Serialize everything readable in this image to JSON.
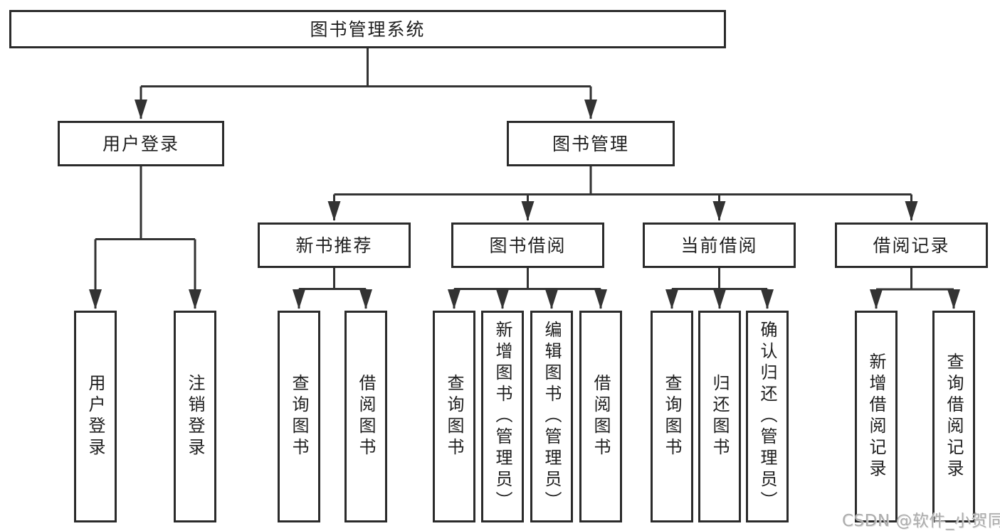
{
  "colors": {
    "background": "#ffffff",
    "line": "#333333",
    "box_border": "#2b2b2b",
    "text": "#1f1f1f",
    "watermark": "#acacac"
  },
  "nodes": {
    "root": "图书管理系统",
    "level2": [
      "用户登录",
      "图书管理"
    ],
    "level3": [
      "新书推荐",
      "图书借阅",
      "当前借阅",
      "借阅记录"
    ],
    "leaves_user_login": [
      "用户登录",
      "注销登录"
    ],
    "leaves_new_books": [
      "查询图书",
      "借阅图书"
    ],
    "leaves_book_borrow": [
      "查询图书",
      "新增图书（管理员）",
      "编辑图书（管理员）",
      "借阅图书"
    ],
    "leaves_current_borrow": [
      "查询图书",
      "归还图书",
      "确认归还（管理员）"
    ],
    "leaves_borrow_records": [
      "新增借阅记录",
      "查询借阅记录"
    ]
  },
  "watermark": {
    "text": "CSDN @软件_小贺同学"
  }
}
